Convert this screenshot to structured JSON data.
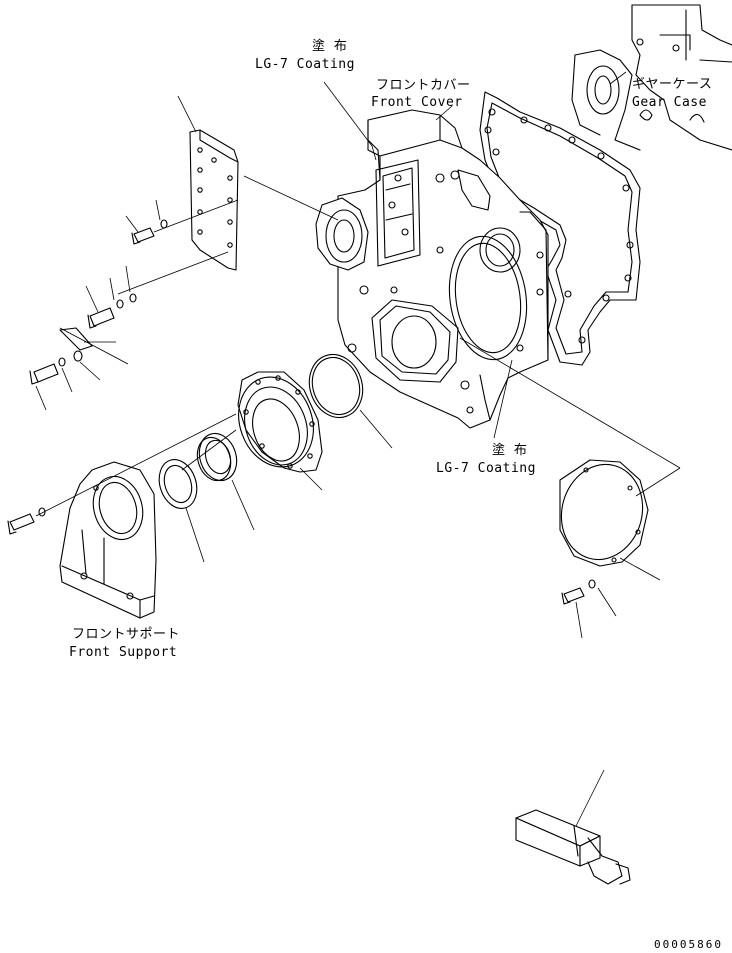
{
  "labels": {
    "coating_top_jp": "塗 布",
    "coating_top_en": "LG-7 Coating",
    "front_cover_jp": "フロントカバー",
    "front_cover_en": "Front Cover",
    "gear_case_jp": "ギヤーケース",
    "gear_case_en": "Gear Case",
    "coating_mid_jp": "塗 布",
    "coating_mid_en": "LG-7 Coating",
    "front_support_jp": "フロントサポート",
    "front_support_en": "Front Support"
  },
  "drawing_code": "00005860"
}
